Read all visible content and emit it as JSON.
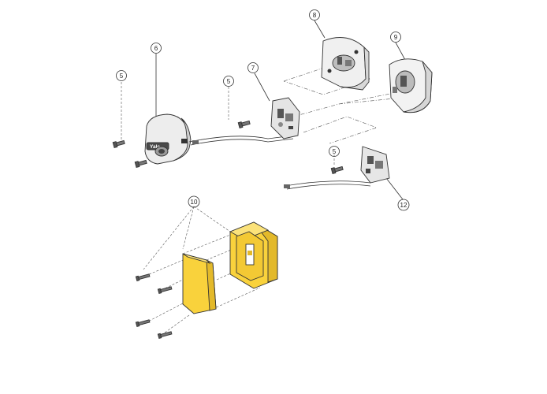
{
  "colors": {
    "housing_fill": "#f9d23c",
    "housing_shadow": "#e3b92a",
    "line": "#333333",
    "grey_part": "#cfcfcf",
    "dark_part": "#4a4a4a"
  },
  "callouts": [
    {
      "id": "c5a",
      "label": "5"
    },
    {
      "id": "c6",
      "label": "6"
    },
    {
      "id": "c5b",
      "label": "5"
    },
    {
      "id": "c7",
      "label": "7"
    },
    {
      "id": "c8",
      "label": "8"
    },
    {
      "id": "c9",
      "label": "9"
    },
    {
      "id": "c5c",
      "label": "5"
    },
    {
      "id": "c12",
      "label": "12"
    },
    {
      "id": "c10",
      "label": "10"
    }
  ],
  "logo_text": "Yale"
}
